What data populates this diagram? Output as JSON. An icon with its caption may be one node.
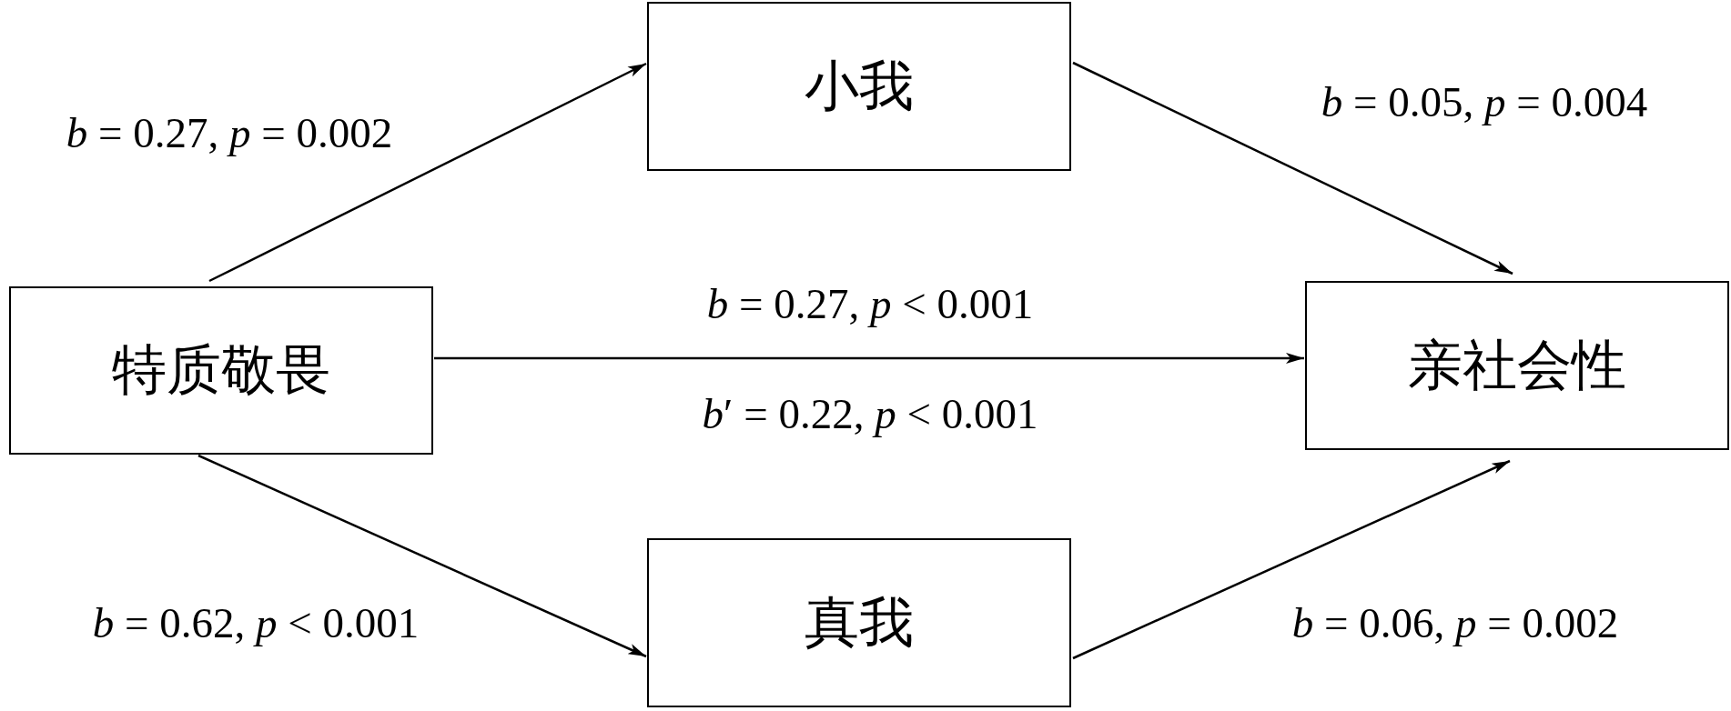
{
  "diagram": {
    "nodes": [
      {
        "text": [
          "特质敬畏"
        ]
      },
      {
        "text": [
          "小我"
        ]
      },
      {
        "text": [
          "亲社会性"
        ]
      },
      {
        "text": [
          "真我"
        ]
      }
    ],
    "edges": [
      {
        "from": 0,
        "to": 1,
        "arrow": "to",
        "label": "*b* = 0.27, *p* = 0.002"
      },
      {
        "from": 1,
        "to": 2,
        "arrow": "to",
        "label": "*b* = 0.05, *p* = 0.004"
      },
      {
        "from": 0,
        "to": 2,
        "arrow": "to",
        "label": "*b* = 0.27, *p* < 0.001"
      },
      {
        "from": 0,
        "to": 3,
        "arrow": "to",
        "label": "*b* = 0.62, *p* < 0.001"
      },
      {
        "from": 3,
        "to": 2,
        "arrow": "to",
        "label": "*b* = 0.06, *p* = 0.002"
      }
    ],
    "labels": [
      "*b*′ = 0.22, *p* < 0.001"
    ]
  }
}
